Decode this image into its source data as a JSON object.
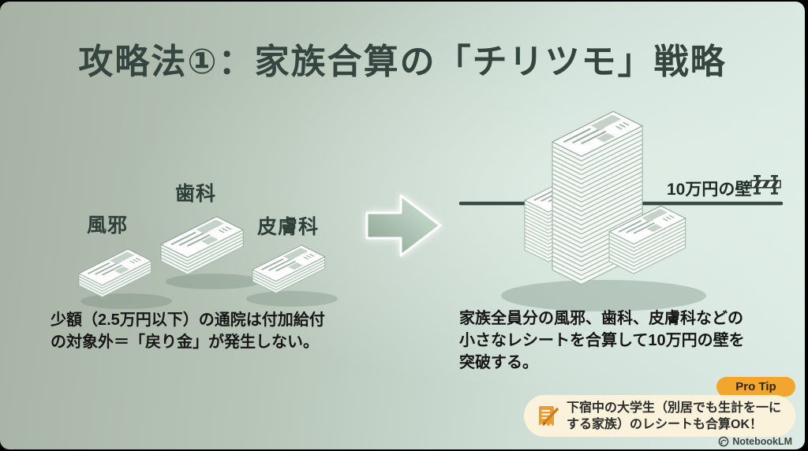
{
  "title": "攻略法①：家族合算の「チリツモ」戦略",
  "left_group": {
    "label_cold": "風邪",
    "label_dental": "歯科",
    "label_derma": "皮膚科",
    "caption": "少額（2.5万円以下）の通院は付加給付\nの対象外＝「戻り金」が発生しない。"
  },
  "right_group": {
    "wall_label": "10万円の壁",
    "caption": "家族全員分の風邪、歯科、皮膚科などの\n小さなレシートを合算して10万円の壁を\n突破する。"
  },
  "pro_tip": {
    "badge": "Pro Tip",
    "text": "下宿中の大学生（別居でも生計を一に\nする家族）のレシートも合算OK！"
  },
  "footer": {
    "brand": "NotebookLM"
  },
  "colors": {
    "accent_orange": "#F3A62E",
    "tip_box_bg": "#FBF2DB",
    "title_text": "#35453F",
    "wall_line": "#3A4A45",
    "background_left": "#A6B2A4",
    "background_right": "#DCEBE4"
  }
}
